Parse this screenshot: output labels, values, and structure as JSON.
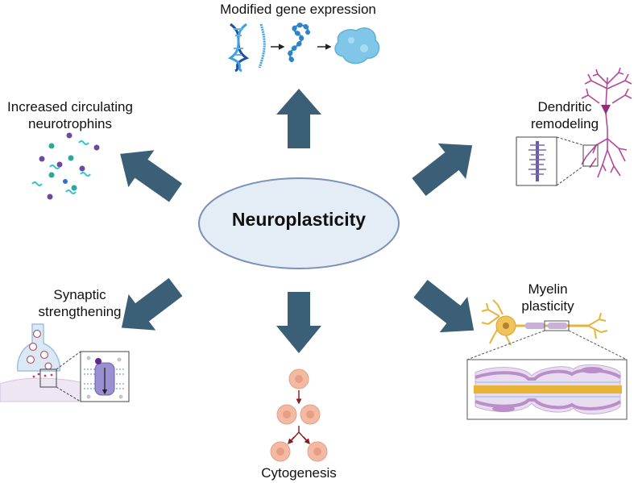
{
  "center": {
    "label": "Neuroplasticity"
  },
  "nodes": {
    "gene_expression": "Modified gene expression",
    "neurotrophins_line1": "Increased circulating",
    "neurotrophins_line2": "neurotrophins",
    "dendritic_line1": "Dendritic",
    "dendritic_line2": "remodeling",
    "synaptic_line1": "Synaptic",
    "synaptic_line2": "strengthening",
    "myelin_line1": "Myelin",
    "myelin_line2": "plasticity",
    "cytogenesis": "Cytogenesis"
  },
  "colors": {
    "arrow": "#3c5f78",
    "ellipse_fill": "#e4ecf6",
    "ellipse_stroke": "#7b91b6",
    "dna_blue": "#2d6fd1",
    "protein": "#7fc6e8",
    "neuron_magenta": "#b5489b",
    "oligo_yellow": "#e7b437",
    "myelin_purple": "#b98ec9",
    "cell_peach": "#f3b9a3"
  },
  "icons": {
    "gene": "dna-to-protein-icon",
    "neurotrophins": "molecules-icon",
    "dendritic": "pyramidal-neuron-icon",
    "synaptic": "synapse-icon",
    "myelin": "myelinated-axon-icon",
    "cytogenesis": "cell-division-icon"
  }
}
